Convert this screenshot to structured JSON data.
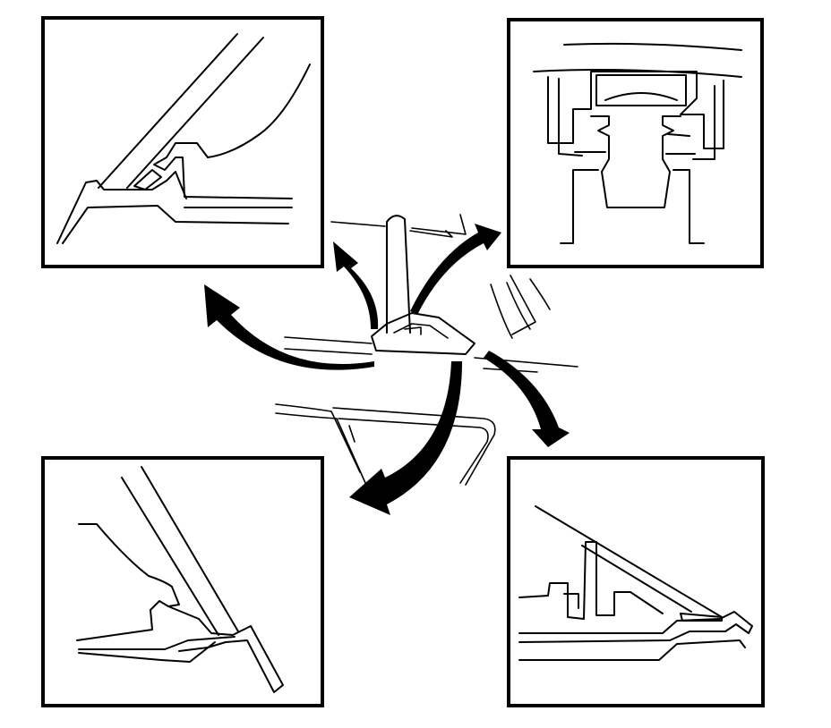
{
  "diagram": {
    "panels": [
      {
        "id": "upper-left",
        "content": "windshield-lower-edge-section"
      },
      {
        "id": "upper-right",
        "content": "molding-clip-section"
      },
      {
        "id": "lower-left",
        "content": "windshield-lower-edge-section"
      },
      {
        "id": "lower-right",
        "content": "windshield-upper-edge-section"
      }
    ],
    "colors": {
      "stroke": "#000000",
      "background": "#ffffff"
    },
    "icons": [
      "curved-arrow-icon"
    ]
  }
}
